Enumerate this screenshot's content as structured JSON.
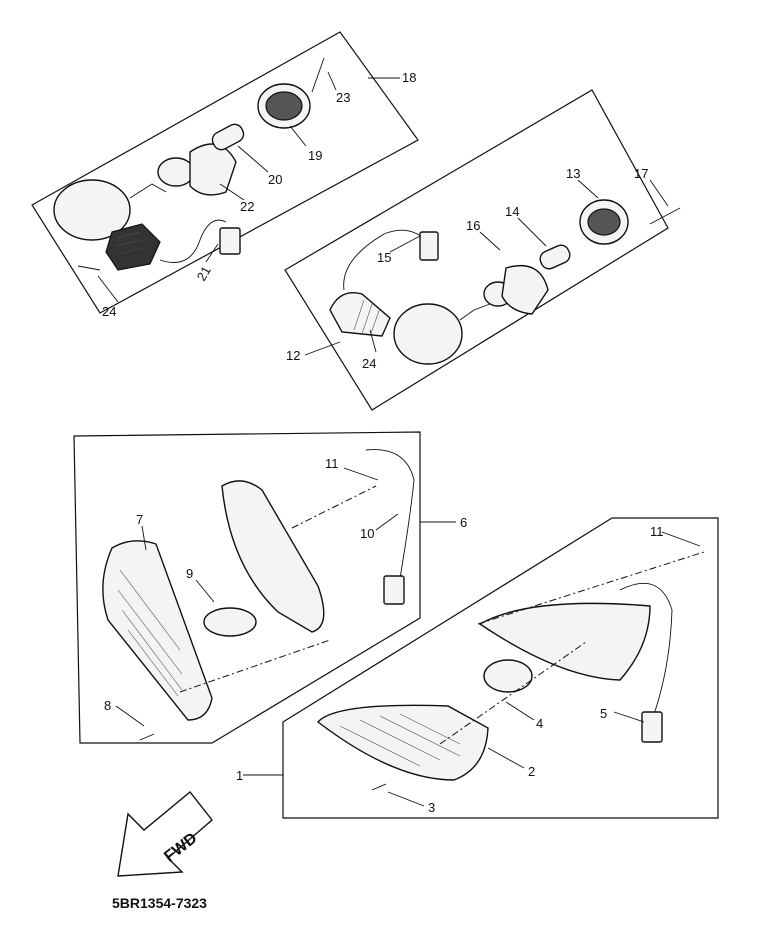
{
  "callouts": [
    "1",
    "2",
    "3",
    "4",
    "5",
    "6",
    "7",
    "8",
    "9",
    "10",
    "11",
    "11",
    "12",
    "13",
    "14",
    "15",
    "16",
    "17",
    "18",
    "19",
    "20",
    "21",
    "22",
    "23",
    "24",
    "24"
  ],
  "fwd_label": "FWD",
  "catalog_code": "5BR1354-7323"
}
